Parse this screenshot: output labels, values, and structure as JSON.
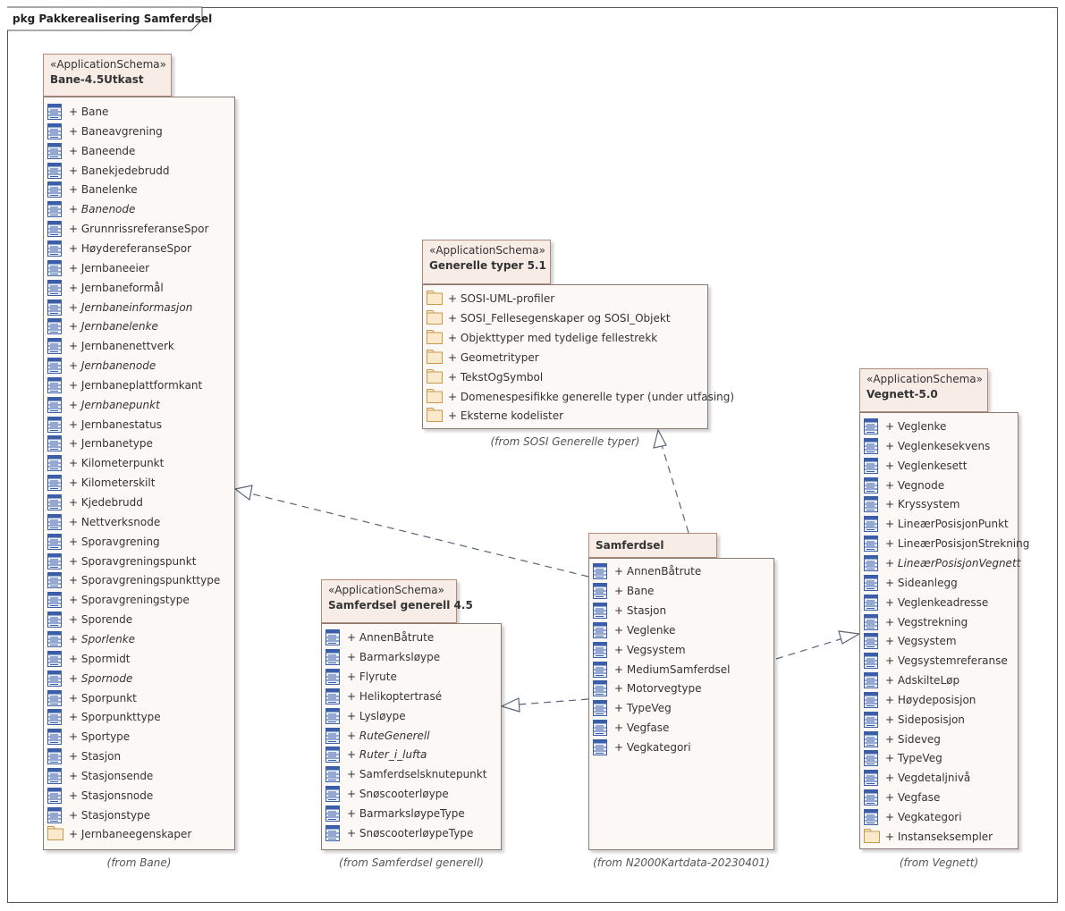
{
  "frame": {
    "title": "pkg Pakkerealisering Samferdsel"
  },
  "packages": {
    "bane": {
      "stereotype": "«ApplicationSchema»",
      "name": "Bane-4.5Utkast",
      "from": "(from Bane)",
      "items": [
        {
          "label": "+ Bane",
          "icon": "class-icon"
        },
        {
          "label": "+ Baneavgrening",
          "icon": "class-icon"
        },
        {
          "label": "+ Baneende",
          "icon": "class-icon"
        },
        {
          "label": "+ Banekjedebrudd",
          "icon": "class-icon"
        },
        {
          "label": "+ Banelenke",
          "icon": "class-icon"
        },
        {
          "label": "+ Banenode",
          "icon": "class-icon",
          "italic": true
        },
        {
          "label": "+ GrunnrissreferanseSpor",
          "icon": "class-icon"
        },
        {
          "label": "+ HøydereferanseSpor",
          "icon": "class-icon"
        },
        {
          "label": "+ Jernbaneeier",
          "icon": "class-icon"
        },
        {
          "label": "+ Jernbaneformål",
          "icon": "class-icon"
        },
        {
          "label": "+ Jernbaneinformasjon",
          "icon": "class-icon",
          "italic": true
        },
        {
          "label": "+ Jernbanelenke",
          "icon": "class-icon",
          "italic": true
        },
        {
          "label": "+ Jernbanenettverk",
          "icon": "class-icon"
        },
        {
          "label": "+ Jernbanenode",
          "icon": "class-icon",
          "italic": true
        },
        {
          "label": "+ Jernbaneplattformkant",
          "icon": "class-icon"
        },
        {
          "label": "+ Jernbanepunkt",
          "icon": "class-icon",
          "italic": true
        },
        {
          "label": "+ Jernbanestatus",
          "icon": "class-icon"
        },
        {
          "label": "+ Jernbanetype",
          "icon": "class-icon"
        },
        {
          "label": "+ Kilometerpunkt",
          "icon": "class-icon"
        },
        {
          "label": "+ Kilometerskilt",
          "icon": "class-icon"
        },
        {
          "label": "+ Kjedebrudd",
          "icon": "class-icon"
        },
        {
          "label": "+ Nettverksnode",
          "icon": "class-icon"
        },
        {
          "label": "+ Sporavgrening",
          "icon": "class-icon"
        },
        {
          "label": "+ Sporavgreningspunkt",
          "icon": "class-icon"
        },
        {
          "label": "+ Sporavgreningspunkttype",
          "icon": "class-icon"
        },
        {
          "label": "+ Sporavgreningstype",
          "icon": "class-icon"
        },
        {
          "label": "+ Sporende",
          "icon": "class-icon"
        },
        {
          "label": "+ Sporlenke",
          "icon": "class-icon",
          "italic": true
        },
        {
          "label": "+ Spormidt",
          "icon": "class-icon"
        },
        {
          "label": "+ Spornode",
          "icon": "class-icon",
          "italic": true
        },
        {
          "label": "+ Sporpunkt",
          "icon": "class-icon"
        },
        {
          "label": "+ Sporpunkttype",
          "icon": "class-icon"
        },
        {
          "label": "+ Sportype",
          "icon": "class-icon"
        },
        {
          "label": "+ Stasjon",
          "icon": "class-icon"
        },
        {
          "label": "+ Stasjonsende",
          "icon": "class-icon"
        },
        {
          "label": "+ Stasjonsnode",
          "icon": "class-icon"
        },
        {
          "label": "+ Stasjonstype",
          "icon": "class-icon"
        },
        {
          "label": "+ Jernbaneegenskaper",
          "icon": "folder-icon"
        }
      ]
    },
    "generelle": {
      "stereotype": "«ApplicationSchema»",
      "name": "Generelle typer 5.1",
      "from": "(from SOSI Generelle typer)",
      "items": [
        {
          "label": "+ SOSI-UML-profiler",
          "icon": "folder-icon"
        },
        {
          "label": "+ SOSI_Fellesegenskaper og SOSI_Objekt",
          "icon": "folder-icon"
        },
        {
          "label": "+ Objekttyper med tydelige fellestrekk",
          "icon": "folder-icon"
        },
        {
          "label": "+ Geometrityper",
          "icon": "folder-icon"
        },
        {
          "label": "+ TekstOgSymbol",
          "icon": "folder-icon"
        },
        {
          "label": "+ Domenespesifikke generelle typer (under utfasing)",
          "icon": "folder-icon"
        },
        {
          "label": "+ Eksterne kodelister",
          "icon": "folder-icon"
        }
      ]
    },
    "vegnett": {
      "stereotype": "«ApplicationSchema»",
      "name": "Vegnett-5.0",
      "from": "(from Vegnett)",
      "items": [
        {
          "label": "+ Veglenke",
          "icon": "class-icon"
        },
        {
          "label": "+ Veglenkesekvens",
          "icon": "class-icon"
        },
        {
          "label": "+ Veglenkesett",
          "icon": "class-icon"
        },
        {
          "label": "+ Vegnode",
          "icon": "class-icon"
        },
        {
          "label": "+ Kryssystem",
          "icon": "class-icon"
        },
        {
          "label": "+ LineærPosisjonPunkt",
          "icon": "class-icon"
        },
        {
          "label": "+ LineærPosisjonStrekning",
          "icon": "class-icon"
        },
        {
          "label": "+ LineærPosisjonVegnett",
          "icon": "class-icon",
          "italic": true
        },
        {
          "label": "+ Sideanlegg",
          "icon": "class-icon"
        },
        {
          "label": "+ Veglenkeadresse",
          "icon": "class-icon"
        },
        {
          "label": "+ Vegstrekning",
          "icon": "class-icon"
        },
        {
          "label": "+ Vegsystem",
          "icon": "class-icon"
        },
        {
          "label": "+ Vegsystemreferanse",
          "icon": "class-icon"
        },
        {
          "label": "+ AdskilteLøp",
          "icon": "class-icon"
        },
        {
          "label": "+ Høydeposisjon",
          "icon": "class-icon"
        },
        {
          "label": "+ Sideposisjon",
          "icon": "class-icon"
        },
        {
          "label": "+ Sideveg",
          "icon": "class-icon"
        },
        {
          "label": "+ TypeVeg",
          "icon": "class-icon"
        },
        {
          "label": "+ Vegdetaljnivå",
          "icon": "class-icon"
        },
        {
          "label": "+ Vegfase",
          "icon": "class-icon"
        },
        {
          "label": "+ Vegkategori",
          "icon": "class-icon"
        },
        {
          "label": "+ Instanseksempler",
          "icon": "folder-icon"
        }
      ]
    },
    "samferdsel": {
      "stereotype": "",
      "name": "Samferdsel",
      "from": "(from N2000Kartdata-20230401)",
      "items": [
        {
          "label": "+ AnnenBåtrute",
          "icon": "class-icon"
        },
        {
          "label": "+ Bane",
          "icon": "class-icon"
        },
        {
          "label": "+ Stasjon",
          "icon": "class-icon"
        },
        {
          "label": "+ Veglenke",
          "icon": "class-icon"
        },
        {
          "label": "+ Vegsystem",
          "icon": "class-icon"
        },
        {
          "label": "+ MediumSamferdsel",
          "icon": "class-icon"
        },
        {
          "label": "+ Motorvegtype",
          "icon": "class-icon"
        },
        {
          "label": "+ TypeVeg",
          "icon": "class-icon"
        },
        {
          "label": "+ Vegfase",
          "icon": "class-icon"
        },
        {
          "label": "+ Vegkategori",
          "icon": "class-icon"
        }
      ]
    },
    "samferdsel_generell": {
      "stereotype": "«ApplicationSchema»",
      "name": "Samferdsel generell 4.5",
      "from": "(from Samferdsel generell)",
      "items": [
        {
          "label": "+ AnnenBåtrute",
          "icon": "class-icon"
        },
        {
          "label": "+ Barmarksløype",
          "icon": "class-icon"
        },
        {
          "label": "+ Flyrute",
          "icon": "class-icon"
        },
        {
          "label": "+ Helikoptertrasé",
          "icon": "class-icon"
        },
        {
          "label": "+ Lysløype",
          "icon": "class-icon"
        },
        {
          "label": "+ RuteGenerell",
          "icon": "class-icon",
          "italic": true
        },
        {
          "label": "+ Ruter_i_lufta",
          "icon": "class-icon",
          "italic": true
        },
        {
          "label": "+ Samferdselsknutepunkt",
          "icon": "class-icon"
        },
        {
          "label": "+ Snøscooterløype",
          "icon": "class-icon"
        },
        {
          "label": "+ BarmarksløypeType",
          "icon": "class-icon"
        },
        {
          "label": "+ SnøscooterløypeType",
          "icon": "class-icon"
        }
      ]
    }
  },
  "colors": {
    "package_fill": "#fcf8f6",
    "tab_fill": "#f7ece6",
    "border": "#8a7a72",
    "class_icon": "#3b5ea8",
    "folder_icon": "#c79a4e",
    "connector": "#5a6478"
  }
}
